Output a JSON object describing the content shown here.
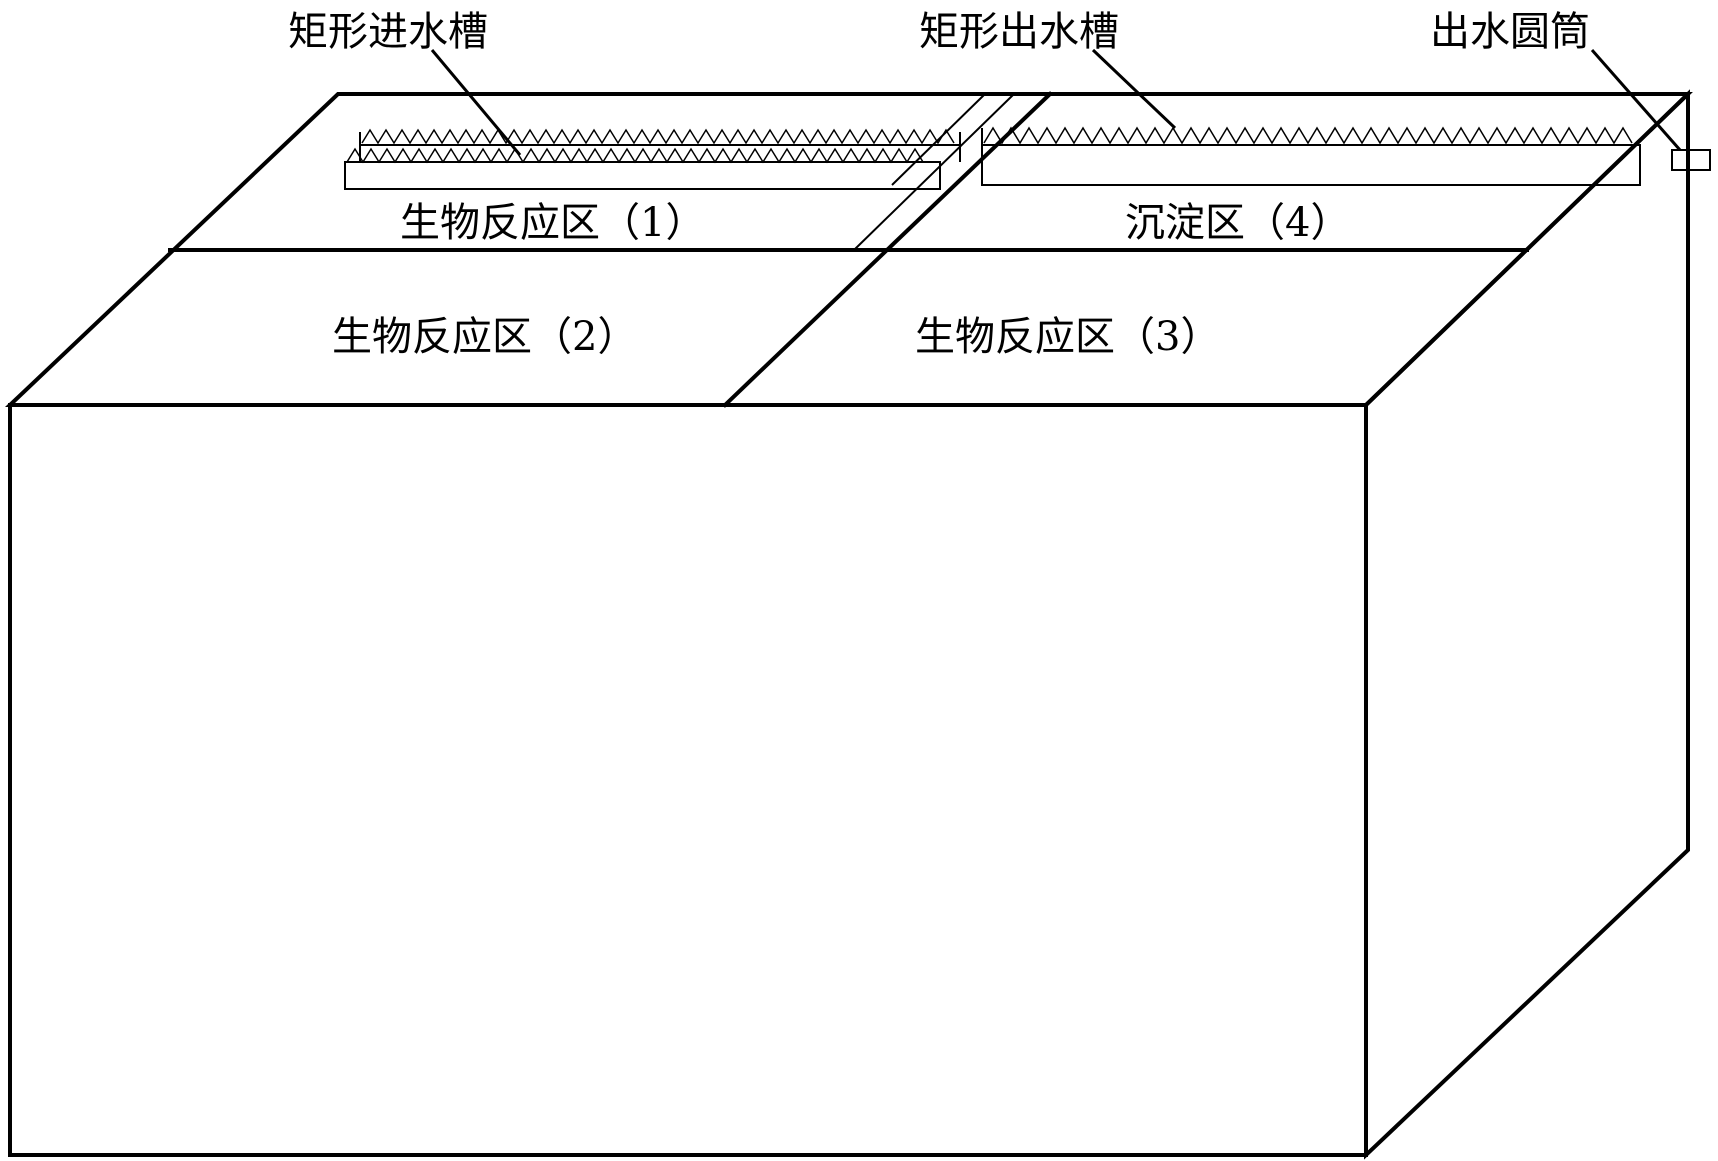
{
  "labels": {
    "inlet_trough": "矩形进水槽",
    "outlet_trough": "矩形出水槽",
    "outlet_cylinder": "出水圆筒"
  },
  "zones": {
    "zone1": "生物反应区（1）",
    "zone2": "生物反应区（2）",
    "zone3": "生物反应区（3）",
    "zone4": "沉淀区（4）"
  },
  "colors": {
    "line": "#000000",
    "background": "#ffffff"
  }
}
